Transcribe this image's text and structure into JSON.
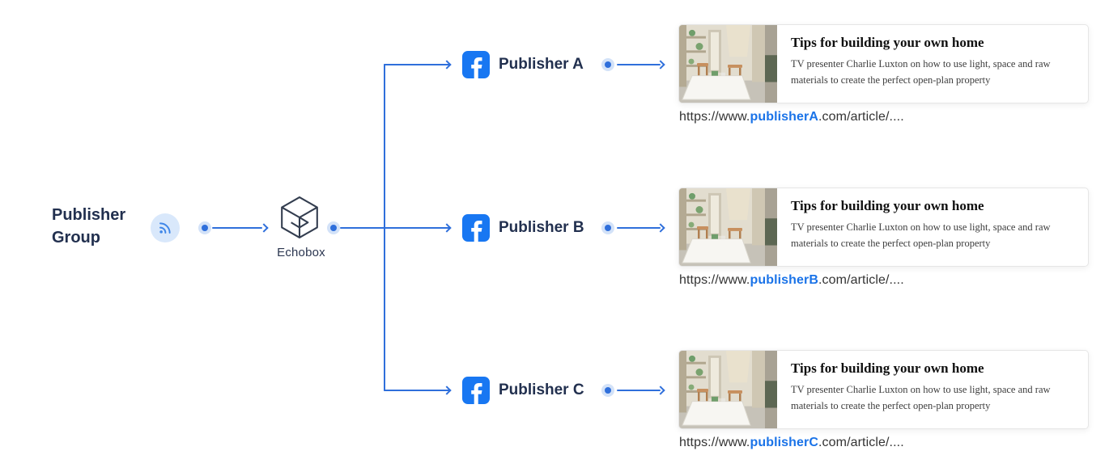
{
  "source": {
    "label_line1": "Publisher",
    "label_line2": "Group",
    "icon": "rss-icon"
  },
  "platform": {
    "name": "Echobox",
    "icon": "echobox-logo"
  },
  "article": {
    "image": "interior-dining-room-photo",
    "title": "Tips for building your own home",
    "description": "TV presenter Charlie Luxton on how to use light, space and raw materials to create the perfect open-plan property"
  },
  "publishers": [
    {
      "label": "Publisher A",
      "icon": "facebook-icon",
      "url": {
        "prefix": "https://www.",
        "bold": "publisherA",
        "suffix": ".com/article/...."
      }
    },
    {
      "label": "Publisher B",
      "icon": "facebook-icon",
      "url": {
        "prefix": "https://www.",
        "bold": "publisherB",
        "suffix": ".com/article/...."
      }
    },
    {
      "label": "Publisher C",
      "icon": "facebook-icon",
      "url": {
        "prefix": "https://www.",
        "bold": "publisherC",
        "suffix": ".com/article/...."
      }
    }
  ],
  "colors": {
    "arrow": "#2f6fdb",
    "dot_halo": "#d3e2f8",
    "facebook_blue": "#1877f2",
    "navy": "#22304f",
    "link_blue": "#1a73e8"
  }
}
